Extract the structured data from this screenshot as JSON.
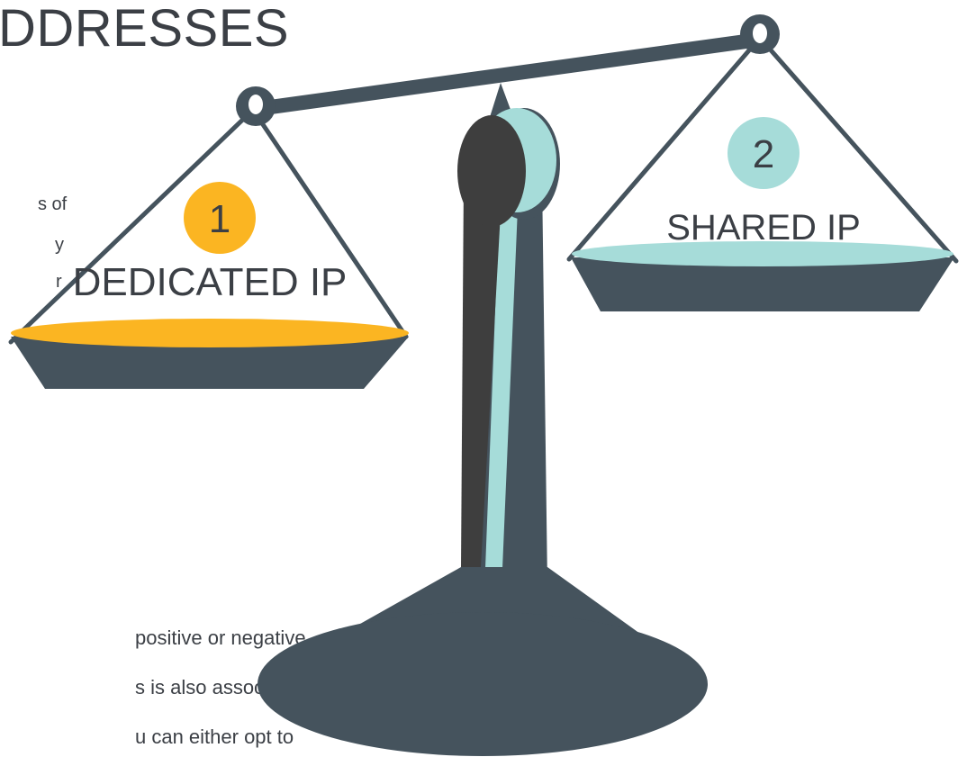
{
  "slide": {
    "title_fragment": "DDRESSES",
    "left_text_fragments": [
      "s of",
      "y",
      "r"
    ],
    "bottom_text_fragments": [
      "positive or negative,",
      "s is also associated",
      "u can either opt to"
    ]
  },
  "scale": {
    "left_pan": {
      "number": "1",
      "label": "DEDICATED IP"
    },
    "right_pan": {
      "number": "2",
      "label": "SHARED IP"
    }
  },
  "colors": {
    "slate": "#45535d",
    "dark": "#3e3e3e",
    "teal": "#a6dcd9",
    "yellow": "#fbb522",
    "text": "#3b3f45"
  }
}
